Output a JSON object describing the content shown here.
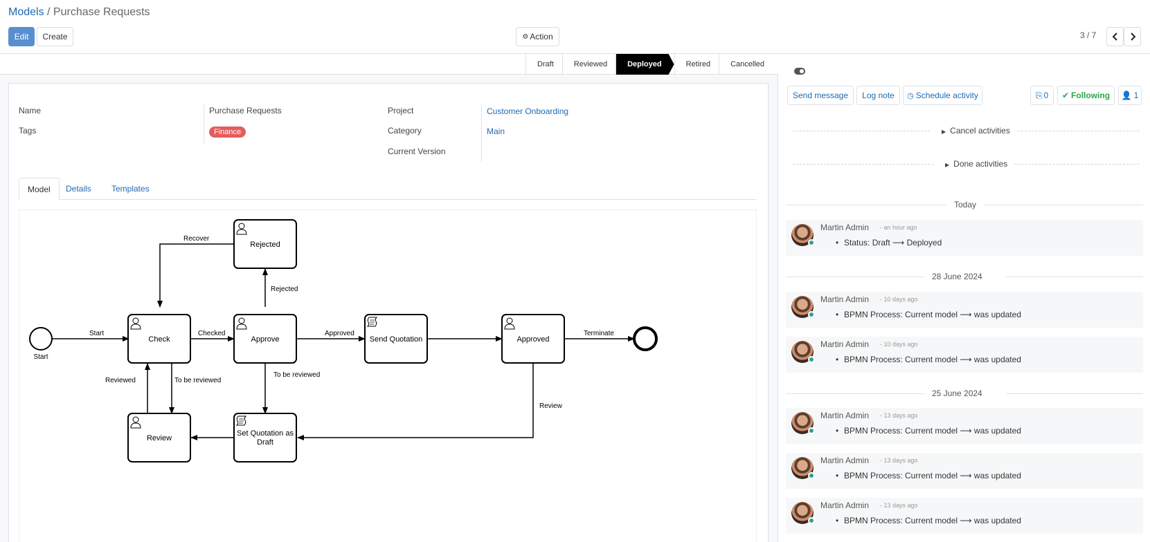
{
  "breadcrumb": {
    "parent": "Models",
    "separator": " / ",
    "current": "Purchase Requests"
  },
  "toolbar": {
    "edit_label": "Edit",
    "create_label": "Create",
    "action_label": "Action",
    "pager": "3 / 7"
  },
  "status_steps": [
    {
      "label": "Draft",
      "active": false
    },
    {
      "label": "Reviewed",
      "active": false
    },
    {
      "label": "Deployed",
      "active": true
    },
    {
      "label": "Retired",
      "active": false
    },
    {
      "label": "Cancelled",
      "active": false
    }
  ],
  "form": {
    "name_label": "Name",
    "name_value": "Purchase Requests",
    "tags_label": "Tags",
    "tag": "Finance",
    "project_label": "Project",
    "project_value": "Customer Onboarding",
    "category_label": "Category",
    "category_value": "Main",
    "version_label": "Current Version"
  },
  "tabs": [
    "Model",
    "Details",
    "Templates"
  ],
  "diagram": {
    "nodes": {
      "start": "Start",
      "check": "Check",
      "approve": "Approve",
      "rejected": "Rejected",
      "send_quotation": "Send Quotation",
      "approved": "Approved",
      "review": "Review",
      "set_quotation_1": "Set Quotation as",
      "set_quotation_2": "Draft"
    },
    "edges": {
      "start": "Start",
      "checked": "Checked",
      "approved": "Approved",
      "terminate": "Terminate",
      "recover": "Recover",
      "rejected": "Rejected",
      "reviewed": "Reviewed",
      "to_be_reviewed_1": "To be reviewed",
      "to_be_reviewed_2": "To be reviewed",
      "review": "Review"
    }
  },
  "chatter": {
    "send_message": "Send message",
    "log_note": "Log note",
    "schedule_activity": "Schedule activity",
    "attachments": "0",
    "following": "Following",
    "followers": "1",
    "cancel_activities": "Cancel activities",
    "done_activities": "Done activities",
    "groups": [
      {
        "date": "Today",
        "messages": [
          {
            "author": "Martin Admin",
            "when": "- an hour ago",
            "text": "Status: Draft ⟶ Deployed"
          }
        ]
      },
      {
        "date": "28 June 2024",
        "messages": [
          {
            "author": "Martin Admin",
            "when": "- 10 days ago",
            "text": "BPMN Process: Current model ⟶ was updated"
          },
          {
            "author": "Martin Admin",
            "when": "- 10 days ago",
            "text": "BPMN Process: Current model ⟶ was updated"
          }
        ]
      },
      {
        "date": "25 June 2024",
        "messages": [
          {
            "author": "Martin Admin",
            "when": "- 13 days ago",
            "text": "BPMN Process: Current model ⟶ was updated"
          },
          {
            "author": "Martin Admin",
            "when": "- 13 days ago",
            "text": "BPMN Process: Current model ⟶ was updated"
          },
          {
            "author": "Martin Admin",
            "when": "- 13 days ago",
            "text": "BPMN Process: Current model ⟶ was updated"
          }
        ]
      }
    ]
  }
}
